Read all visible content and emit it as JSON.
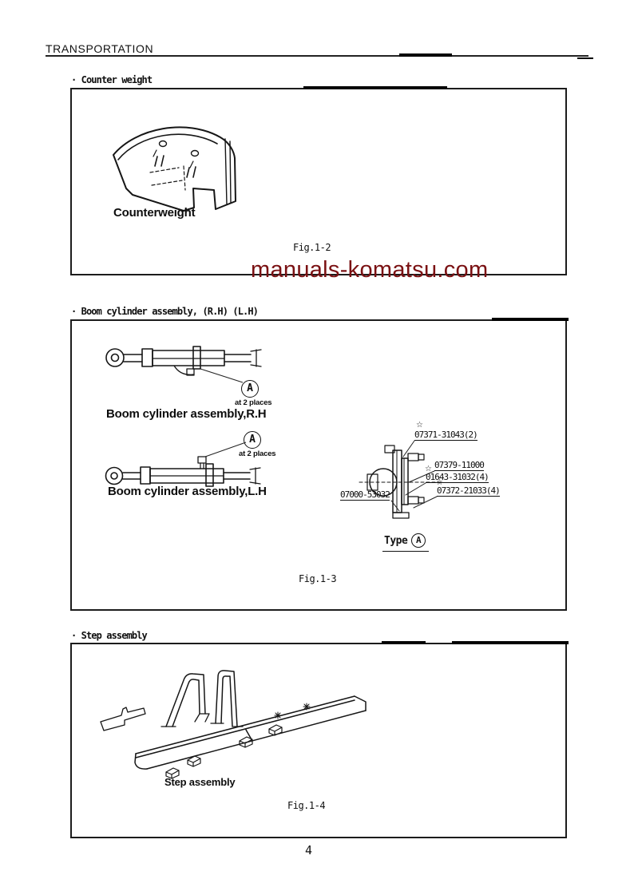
{
  "header": {
    "title": "TRANSPORTATION"
  },
  "watermark": {
    "text": "manuals-komatsu.com",
    "color": "#7a1113"
  },
  "sections": {
    "counterweight": {
      "label": "· Counter weight",
      "part_label": "Counterweight",
      "caption": "Fig.1-2"
    },
    "boom": {
      "label": "· Boom cylinder assembly, (R.H) (L.H)",
      "rh_label": "Boom cylinder assembly,R.H",
      "lh_label": "Boom cylinder assembly,L.H",
      "callout_letter": "A",
      "at_2_places": "at 2 places",
      "type_label": "Type",
      "star": "☆",
      "parts": {
        "p1": "07371-31043(2)",
        "p2": "07379-11000",
        "p3": "01643-31032(4)",
        "p4": "07372-21033(4)",
        "p5": "07000-53032"
      },
      "caption": "Fig.1-3"
    },
    "step": {
      "label": "· Step assembly",
      "part_label": "Step assembly",
      "caption": "Fig.1-4"
    }
  },
  "footer": {
    "page_number": "4"
  }
}
